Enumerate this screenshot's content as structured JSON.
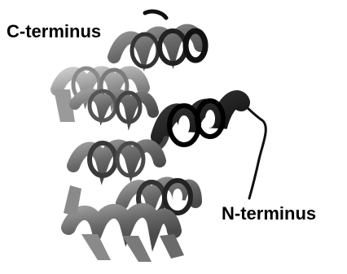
{
  "labels": {
    "c_terminus": "C-terminus",
    "n_terminus": "N-terminus"
  },
  "colors": {
    "dark_helix": "#1a1a1a",
    "mid_helix": "#6e6e6e",
    "light_helix": "#a8a8a8",
    "text": "#000000",
    "background": "#ffffff"
  },
  "structure": {
    "type": "protein-ribbon-diagram",
    "element": "alpha-helix-bundle"
  }
}
